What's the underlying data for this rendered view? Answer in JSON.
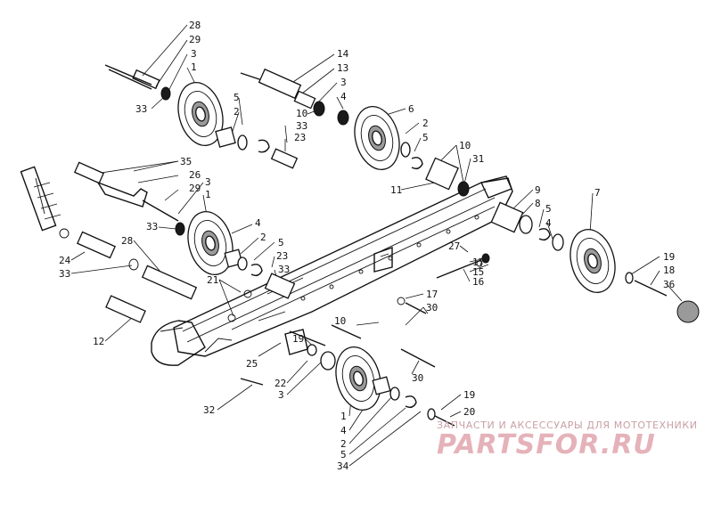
{
  "callouts": [
    "28",
    "29",
    "3",
    "1",
    "33",
    "14",
    "13",
    "3",
    "4",
    "10",
    "33",
    "5",
    "2",
    "23",
    "6",
    "2",
    "5",
    "10",
    "31",
    "11",
    "35",
    "26",
    "29",
    "1",
    "3",
    "4",
    "33",
    "2",
    "23",
    "5",
    "33",
    "24",
    "33",
    "28",
    "9",
    "8",
    "7",
    "5",
    "4",
    "27",
    "17",
    "15",
    "16",
    "19",
    "18",
    "36",
    "21",
    "17",
    "30",
    "12",
    "19",
    "25",
    "22",
    "3",
    "32",
    "30",
    "1",
    "4",
    "2",
    "5",
    "34",
    "19",
    "20"
  ],
  "watermark": {
    "caption": "ЗАПЧАСТИ И АКСЕССУАРЫ ДЛЯ МОТОТЕХНИКИ",
    "logo": "PARTSFOR.RU",
    "color": "#e3aab2"
  }
}
